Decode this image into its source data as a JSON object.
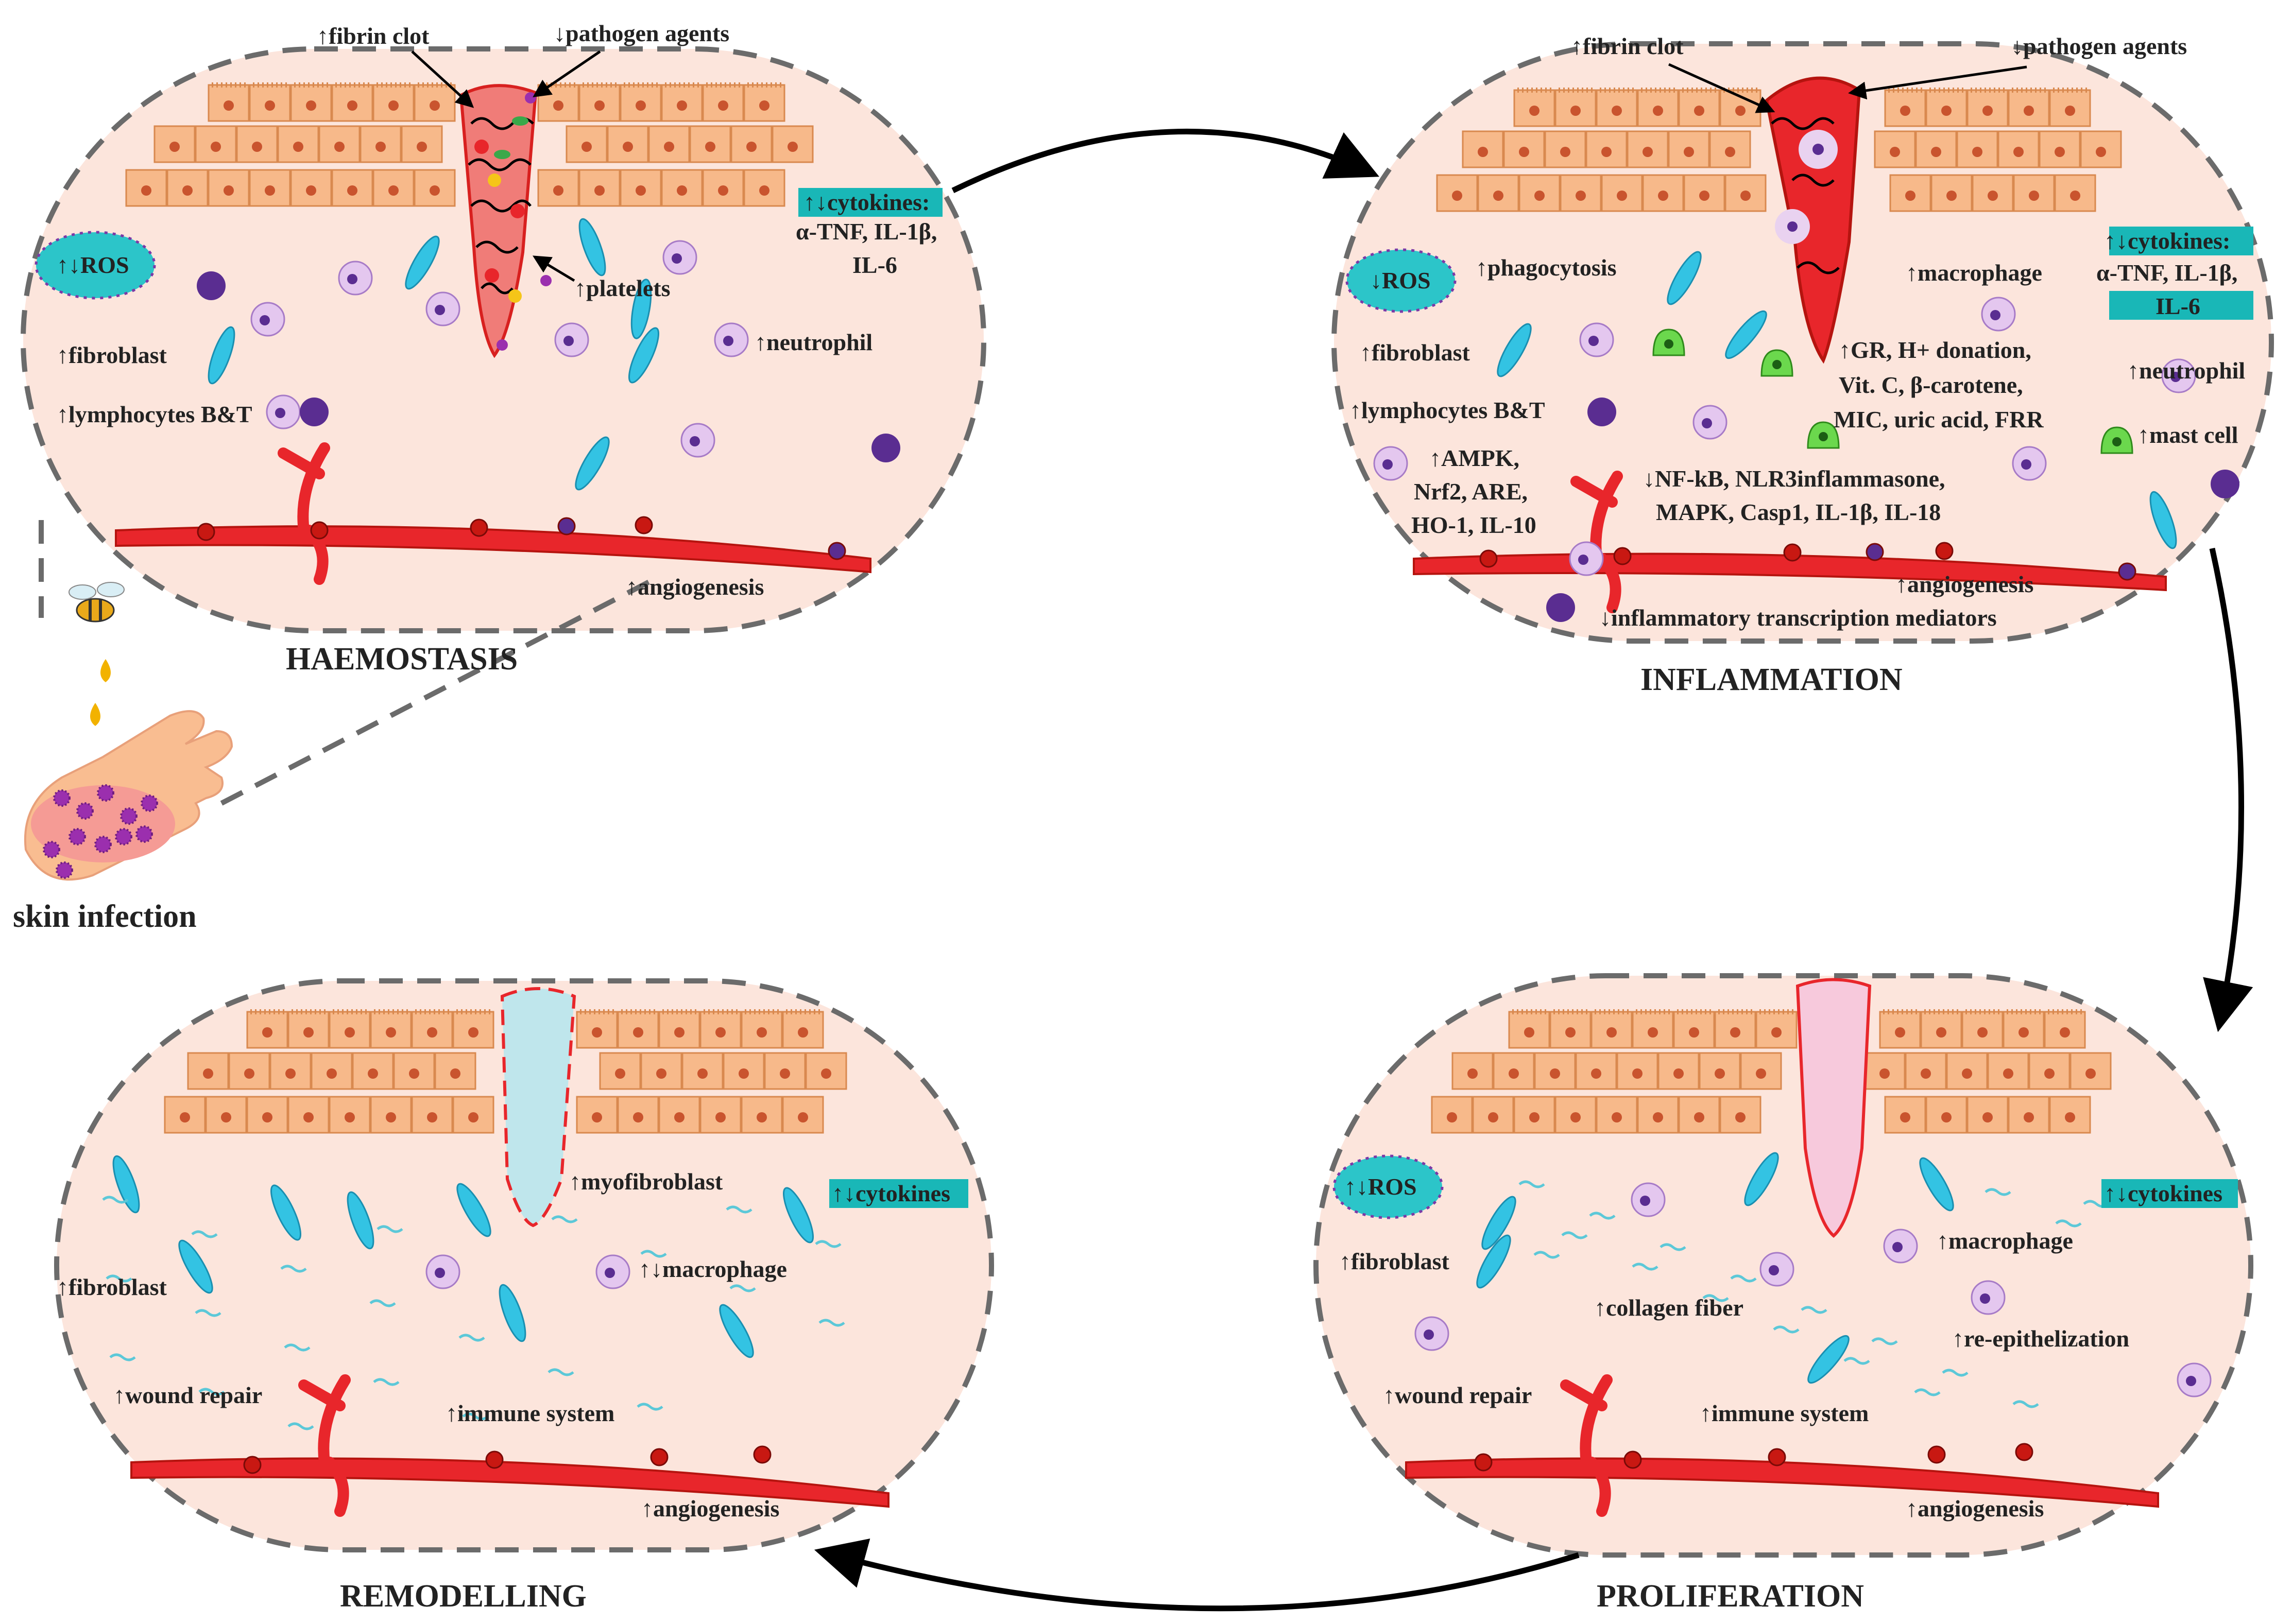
{
  "stages": {
    "haemostasis": {
      "title": "HAEMOSTASIS",
      "fibrin": "↑fibrin clot",
      "pathogen": "↓pathogen agents",
      "platelets": "↑platelets",
      "cytokines": "↑↓cytokines:",
      "cyto2": "α-TNF, IL-1β,",
      "cyto3": "IL-6",
      "ros": "↑↓ROS",
      "fibroblast": "↑fibroblast",
      "neutrophil": "↑neutrophil",
      "lymphocytes": "↑lymphocytes B&T",
      "angiogenesis": "↑angiogenesis"
    },
    "inflammation": {
      "title": "INFLAMMATION",
      "fibrin": "↑fibrin clot",
      "pathogen": "↓pathogen agents",
      "cytokines": "↑↓cytokines:",
      "cyto2": "α-TNF, IL-1β,",
      "cyto3": "IL-6",
      "ros": "↓ROS",
      "phagocytosis": "↑phagocytosis",
      "macrophage": "↑macrophage",
      "fibroblast": "↑fibroblast",
      "neutrophil": "↑neutrophil",
      "lymphocytes": "↑lymphocytes B&T",
      "ampk1": "↑AMPK,",
      "ampk2": "Nrf2, ARE,",
      "ampk3": "HO-1, IL-10",
      "gr1": "↑GR, H+ donation,",
      "gr2": "Vit. C, β-carotene,",
      "gr3": "MIC, uric acid, FRR",
      "mast": "↑mast cell",
      "nfkb1": "↓NF-kB, NLR3inflammasone,",
      "nfkb2": "MAPK, Casp1, IL-1β, IL-18",
      "angiogenesis": "↑angiogenesis",
      "transcription": "↓inflammatory transcription mediators"
    },
    "proliferation": {
      "title": "PROLIFERATION",
      "ros": "↑↓ROS",
      "cytokines": "↑↓cytokines",
      "fibroblast": "↑fibroblast",
      "macrophage": "↑macrophage",
      "collagen": "↑collagen fiber",
      "reepi": "↑re-epithelization",
      "wound": "↑wound repair",
      "immune": "↑immune system",
      "angiogenesis": "↑angiogenesis"
    },
    "remodelling": {
      "title": "REMODELLING",
      "myofibroblast": "↑myofibroblast",
      "cytokines": "↑↓cytokines",
      "fibroblast": "↑fibroblast",
      "macrophage": "↑↓macrophage",
      "wound": "↑wound repair",
      "immune": "↑immune system",
      "angiogenesis": "↑angiogenesis"
    }
  },
  "skin": "skin infection",
  "colors": {
    "panel_fill": "#fce5dc",
    "panel_border": "#6b6b6b",
    "epithelium": "#f7b98a",
    "nucleus": "#c9542e",
    "vessel": "#e8262b",
    "fibroblast": "#33c3e3",
    "ros": "#2cc5c9",
    "cyto_box": "#19b7b7",
    "lymphocyte": "#5a2d91",
    "neutrophil": "#e4c7ef",
    "mast_cell": "#6bd84d"
  }
}
